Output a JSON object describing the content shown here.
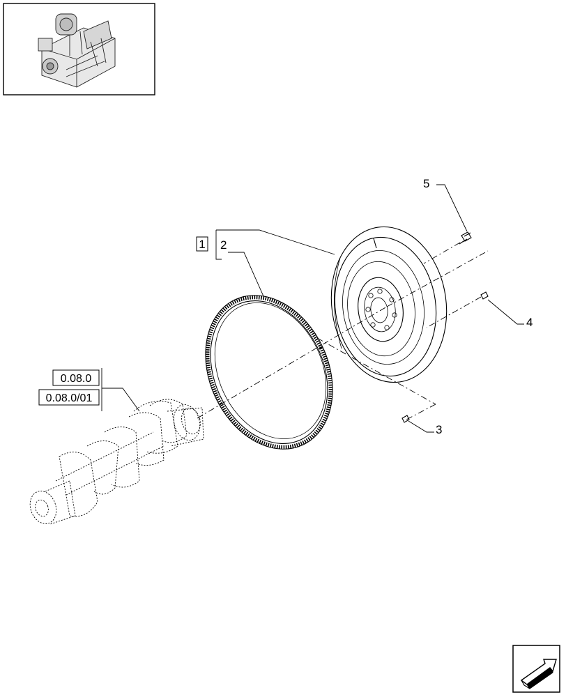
{
  "callouts": {
    "group": "1",
    "ring_gear": "2",
    "pin_lower": "3",
    "pin_right": "4",
    "bolt": "5"
  },
  "references": {
    "ref_a": "0.08.0",
    "ref_b": "0.08.0/01"
  },
  "icons": {
    "thumbnail": "engine-thumbnail-icon",
    "nav": "next-page-arrow-icon"
  }
}
